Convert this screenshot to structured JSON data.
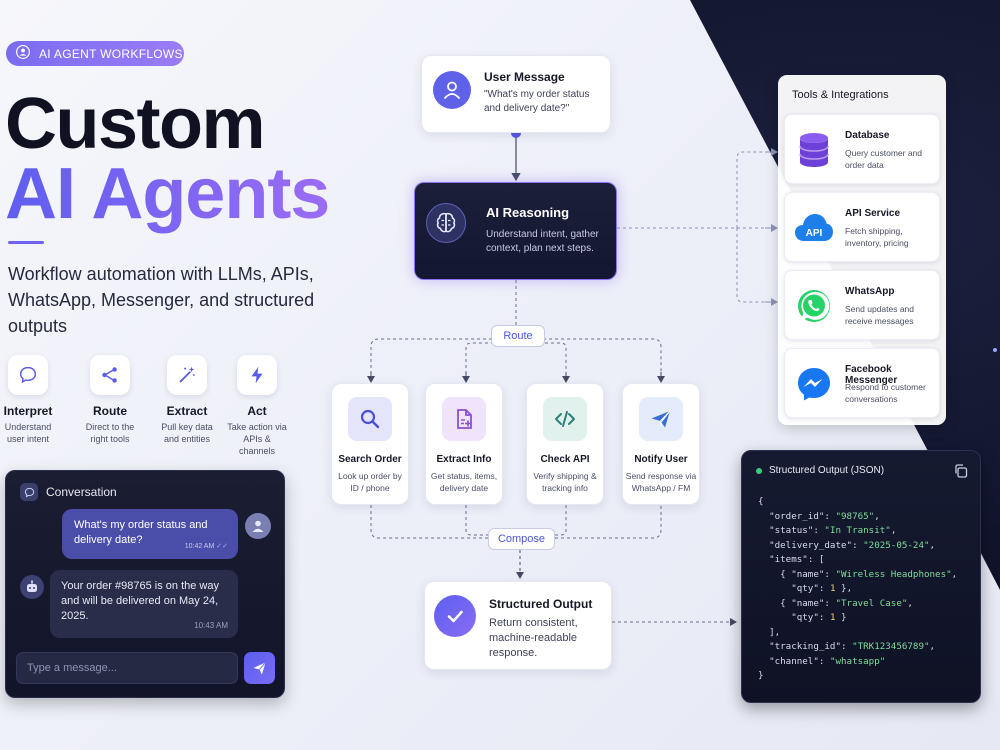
{
  "badge": {
    "label": "AI AGENT WORKFLOWS",
    "icon": "user-group-icon"
  },
  "hero": {
    "title_line1": "Custom",
    "title_line2": "AI Agents",
    "subtitle": "Workflow automation with LLMs, APIs, WhatsApp, Messenger, and structured outputs"
  },
  "steps": [
    {
      "title": "Interpret",
      "desc": "Understand user intent",
      "icon": "chat-bubble-icon"
    },
    {
      "title": "Route",
      "desc": "Direct to the right tools",
      "icon": "share-nodes-icon"
    },
    {
      "title": "Extract",
      "desc": "Pull key data and entities",
      "icon": "magic-wand-icon"
    },
    {
      "title": "Act",
      "desc": "Take action via APIs & channels",
      "icon": "lightning-icon"
    }
  ],
  "conversation": {
    "title": "Conversation",
    "user_message": "What's my order status and delivery date?",
    "user_time": "10:42 AM",
    "bot_message": "Your order #98765 is on the way and will be delivered on May 24, 2025.",
    "bot_time": "10:43 AM",
    "input_placeholder": "Type a message..."
  },
  "flow": {
    "user_message": {
      "title": "User Message",
      "desc": "\"What's my order status and delivery date?\""
    },
    "ai_reasoning": {
      "title": "AI Reasoning",
      "desc": "Understand intent, gather context, plan next steps."
    },
    "route_label": "Route",
    "compose_label": "Compose",
    "tools": [
      {
        "title": "Search Order",
        "desc": "Look up order by ID / phone",
        "icon": "search-icon",
        "bg": "#e4e4fb",
        "color": "#4d4fd6"
      },
      {
        "title": "Extract Info",
        "desc": "Get status, items, delivery date",
        "icon": "document-plus-icon",
        "bg": "#efe4fb",
        "color": "#8a4fd6"
      },
      {
        "title": "Check API",
        "desc": "Verify shipping & tracking info",
        "icon": "code-icon",
        "bg": "#e1f2ee",
        "color": "#2f7f78"
      },
      {
        "title": "Notify User",
        "desc": "Send response via WhatsApp / FM",
        "icon": "paper-plane-icon",
        "bg": "#e4ecfb",
        "color": "#3b6fd6"
      }
    ],
    "output": {
      "title": "Structured Output",
      "desc": "Return consistent, machine-readable response."
    }
  },
  "integrations": {
    "title": "Tools & Integrations",
    "items": [
      {
        "title": "Database",
        "desc": "Query customer and order data",
        "icon": "database-icon"
      },
      {
        "title": "API Service",
        "desc": "Fetch shipping, inventory, pricing",
        "icon": "api-cloud-icon",
        "badge": "API"
      },
      {
        "title": "WhatsApp",
        "desc": "Send updates and receive messages",
        "icon": "whatsapp-icon"
      },
      {
        "title": "Facebook Messenger",
        "desc": "Respond to customer conversations",
        "icon": "messenger-icon"
      }
    ]
  },
  "json_panel": {
    "title": "Structured Output (JSON)",
    "lines": [
      "{",
      "  \"order_id\": \"98765\",",
      "  \"status\": \"In Transit\",",
      "  \"delivery_date\": \"2025-05-24\",",
      "  \"items\": [",
      "    { \"name\": \"Wireless Headphones\",",
      "      \"qty\": 1 },",
      "    { \"name\": \"Travel Case\",",
      "      \"qty\": 1 }",
      "  ],",
      "  \"tracking_id\": \"TRK123456789\",",
      "  \"channel\": \"whatsapp\"",
      "}"
    ]
  },
  "colors": {
    "accent": "#6f62f0",
    "dark_panel": "#141731",
    "green": "#35d07f"
  }
}
